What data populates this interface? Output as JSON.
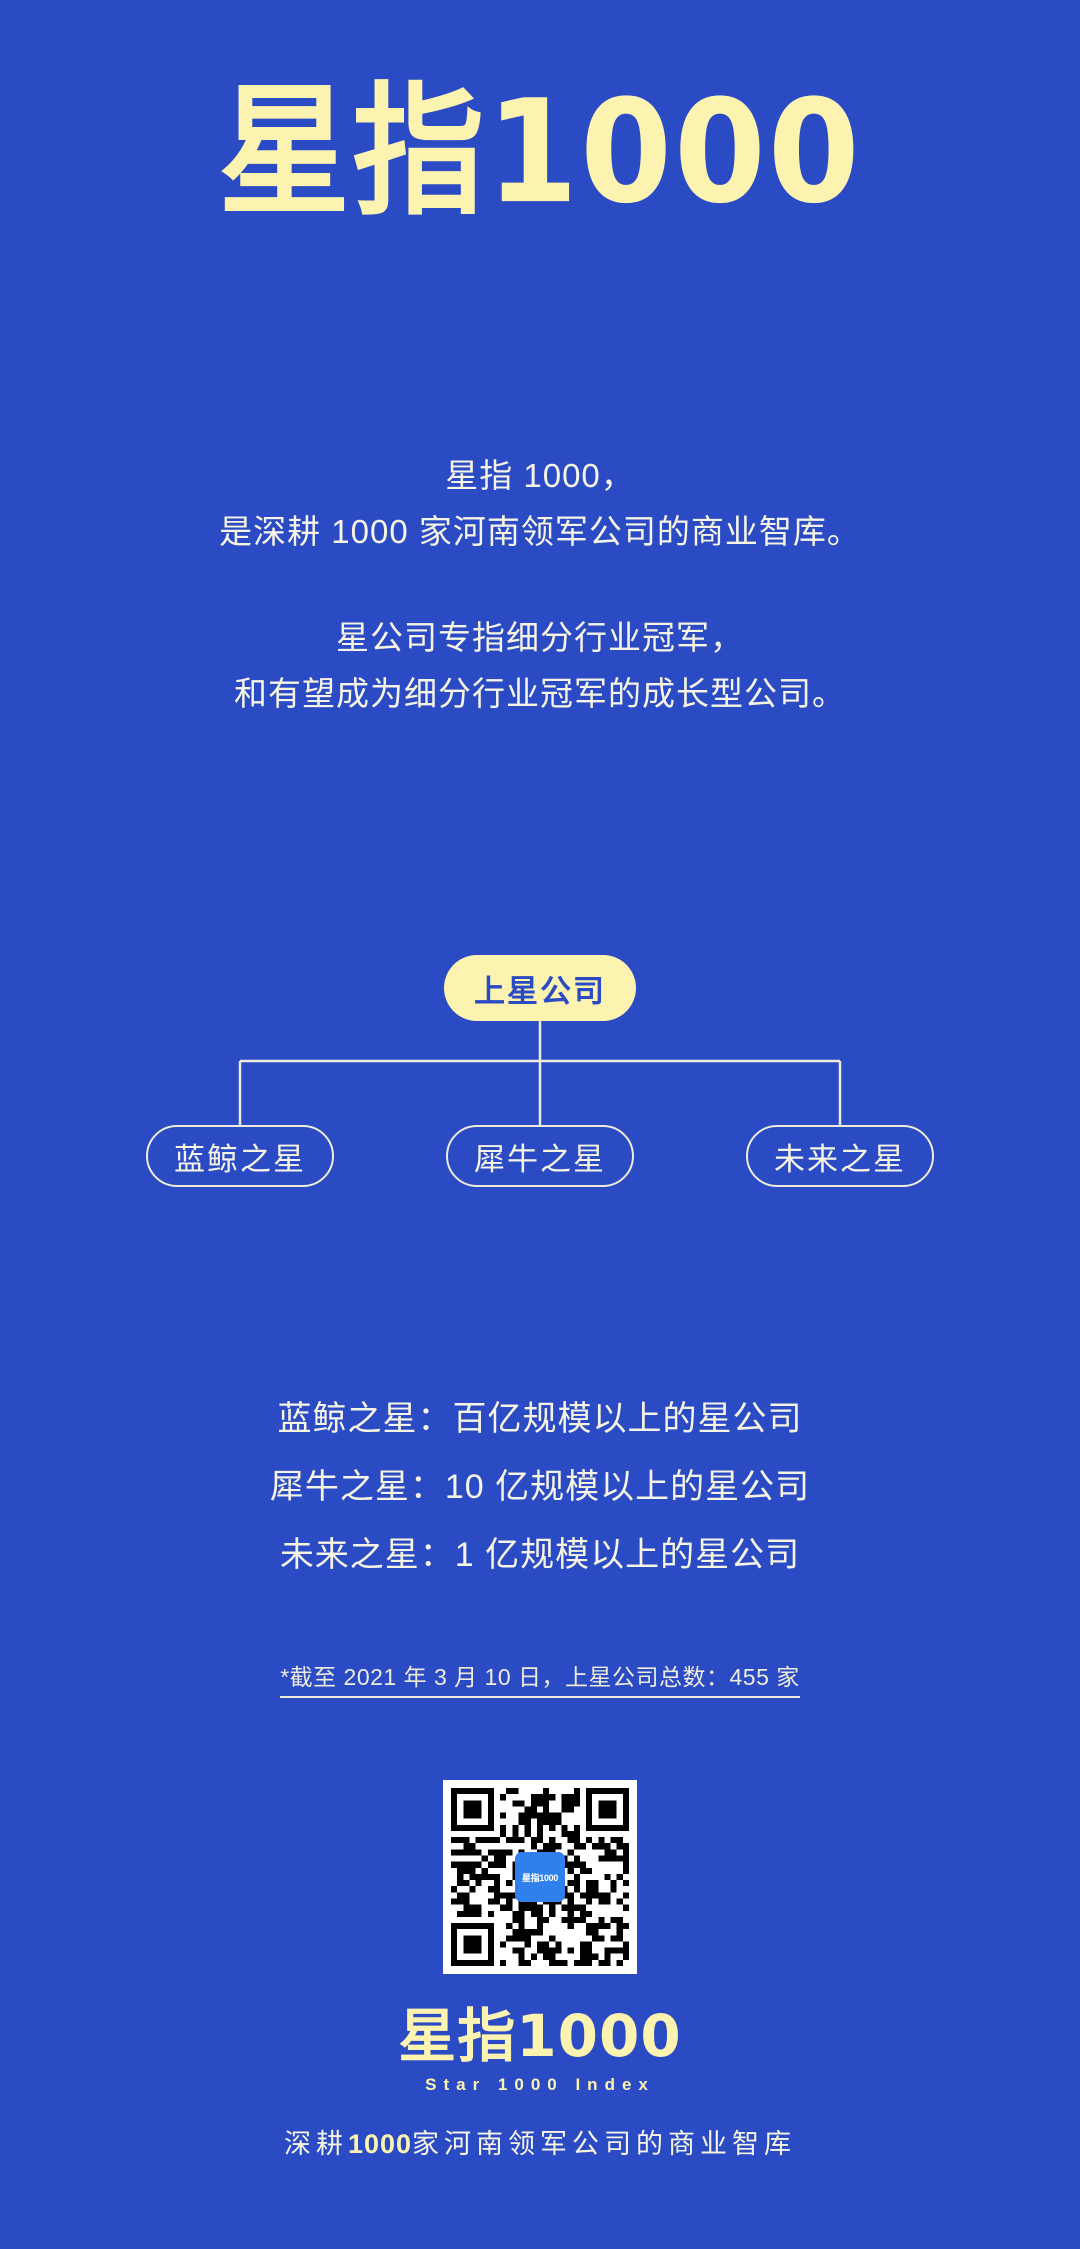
{
  "theme": {
    "background": "#2B4BC4",
    "accent_yellow": "#FCF3B0",
    "text_white": "#F6F4E4",
    "qr_logo_blue": "#2F80ED"
  },
  "masthead": {
    "title": "星指1000"
  },
  "intro": {
    "blocks": [
      {
        "lines": [
          "星指 1000，",
          "是深耕 1000 家河南领军公司的商业智库。"
        ]
      },
      {
        "lines": [
          "星公司专指细分行业冠军，",
          "和有望成为细分行业冠军的成长型公司。"
        ]
      }
    ]
  },
  "tree": {
    "root": {
      "label": "上星公司"
    },
    "children": [
      {
        "label": "蓝鲸之星"
      },
      {
        "label": "犀牛之星"
      },
      {
        "label": "未来之星"
      }
    ]
  },
  "definitions": [
    "蓝鲸之星：百亿规模以上的星公司",
    "犀牛之星：10 亿规模以上的星公司",
    "未来之星：1 亿规模以上的星公司"
  ],
  "footnote": {
    "text": "*截至 2021 年 3 月 10 日，上星公司总数：455 家"
  },
  "qr": {
    "logo_text": "星指1000"
  },
  "brand": {
    "logo": "星指1000",
    "subtitle": "Star 1000 Index",
    "tagline_prefix": "深耕",
    "tagline_number": "1000",
    "tagline_suffix": "家河南领军公司的商业智库"
  }
}
